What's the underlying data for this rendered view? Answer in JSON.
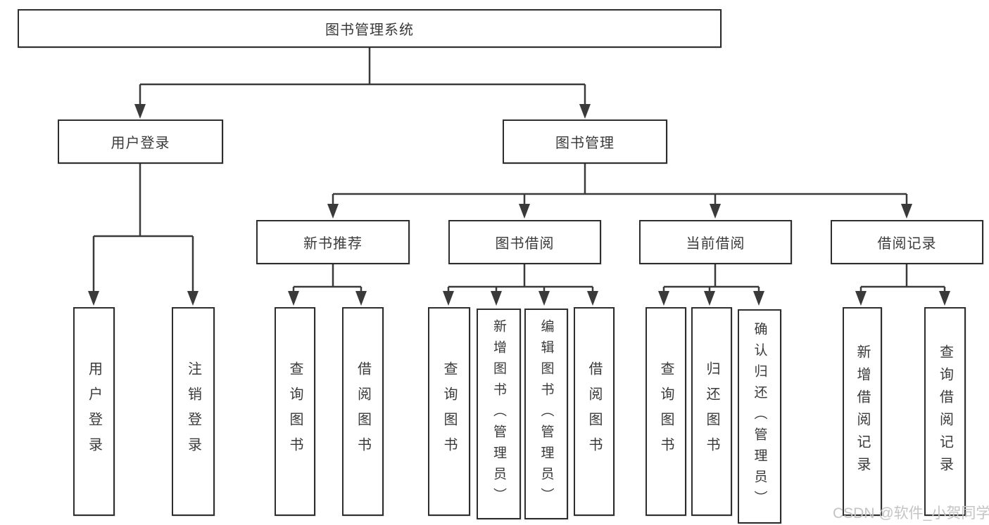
{
  "watermark": "CSDN @软件_小贺同学",
  "colors": {
    "line": "#3a3a3a",
    "box_border": "#2e2e2e",
    "text": "#3a3a3a",
    "watermark": "#c4c4c4",
    "background": "#ffffff"
  },
  "tree": {
    "label": "图书管理系统",
    "children": [
      {
        "label": "用户登录",
        "children": [
          {
            "label": "用户登录"
          },
          {
            "label": "注销登录"
          }
        ]
      },
      {
        "label": "图书管理",
        "children": [
          {
            "label": "新书推荐",
            "children": [
              {
                "label": "查询图书"
              },
              {
                "label": "借阅图书"
              }
            ]
          },
          {
            "label": "图书借阅",
            "children": [
              {
                "label": "查询图书"
              },
              {
                "label": "新增图书（管理员）"
              },
              {
                "label": "编辑图书（管理员）"
              },
              {
                "label": "借阅图书"
              }
            ]
          },
          {
            "label": "当前借阅",
            "children": [
              {
                "label": "查询图书"
              },
              {
                "label": "归还图书"
              },
              {
                "label": "确认归还（管理员）"
              }
            ]
          },
          {
            "label": "借阅记录",
            "children": [
              {
                "label": "新增借阅记录"
              },
              {
                "label": "查询借阅记录"
              }
            ]
          }
        ]
      }
    ]
  }
}
